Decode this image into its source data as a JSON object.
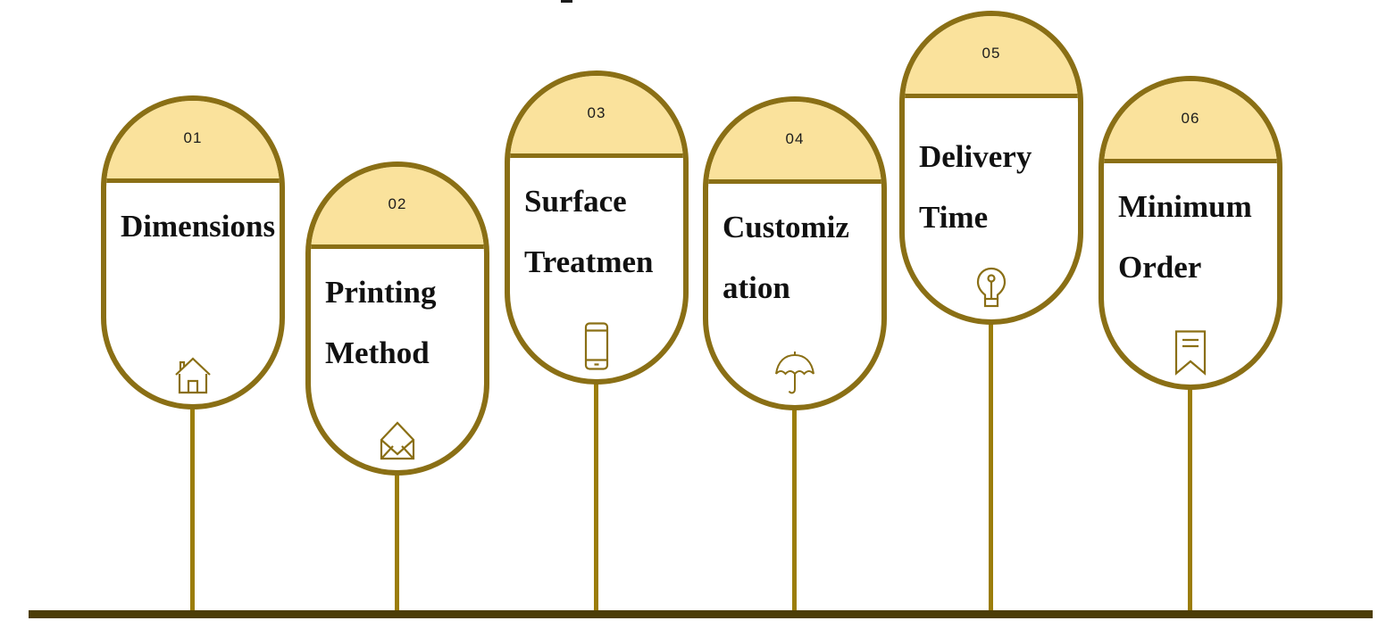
{
  "colors": {
    "outline": "#8a6f15",
    "stem": "#9b7d0b",
    "baseline": "#4c3d07",
    "cap_fill": "#fae29c",
    "title": "#111111",
    "number": "#1c1c1c"
  },
  "items": [
    {
      "number": "01",
      "title_lines": [
        "Dimensions"
      ],
      "icon": "home-icon"
    },
    {
      "number": "02",
      "title_lines": [
        "Printing",
        "Method"
      ],
      "icon": "mail-open-icon"
    },
    {
      "number": "03",
      "title_lines": [
        "Surface",
        "Treatmen"
      ],
      "icon": "smartphone-icon"
    },
    {
      "number": "04",
      "title_lines": [
        "Customiz",
        "ation"
      ],
      "icon": "umbrella-icon"
    },
    {
      "number": "05",
      "title_lines": [
        "Delivery",
        "Time"
      ],
      "icon": "lightbulb-icon"
    },
    {
      "number": "06",
      "title_lines": [
        "Minimum",
        "Order"
      ],
      "icon": "bookmark-icon"
    }
  ]
}
